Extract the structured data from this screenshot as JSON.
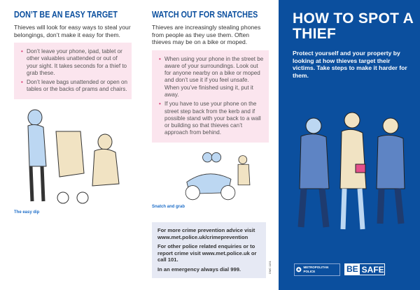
{
  "panel1": {
    "heading": "DON’T BE AN EASY TARGET",
    "intro": "Thieves will look for easy ways to steal your belongings, don’t make it easy for them.",
    "tips": [
      "Don’t leave your phone, ipad, tablet or other valuables unattended or out of your sight. It takes seconds for a thief to grab these.",
      "Don’t leave bags unattended or open on tables or the backs of prams and chairs."
    ],
    "caption": "The easy dip"
  },
  "panel2": {
    "heading": "WATCH OUT FOR SNATCHES",
    "intro": "Thieves are increasingly stealing phones from people as they use them. Often thieves may be on a bike or moped.",
    "tips": [
      "When using your phone in the street be aware of your surroundings. Look out for anyone nearby on a bike or moped and don’t use it if you feel unsafe. When you’ve finished using it, put it away.",
      "If you have to use your phone on the street step back from the kerb and if possible stand with your back to a wall or building so that thieves can’t approach from behind."
    ],
    "caption": "Snatch and grab",
    "contact": [
      "For more crime prevention advice visit www.met.police.uk/crimeprevention",
      "For other police related enquiries or to report crime visit www.met.police.uk or call 101.",
      "In an emergency always dial 999."
    ],
    "code": "DMC 1151"
  },
  "panel3": {
    "title": "HOW TO SPOT A THIEF",
    "subtitle": "Protect yourself and your property by looking at how thieves target their victims. Take steps to make it harder for them.",
    "logo_met": "METROPOLITAN POLICE",
    "logo_be": "BE",
    "logo_safe": "SAFE"
  }
}
